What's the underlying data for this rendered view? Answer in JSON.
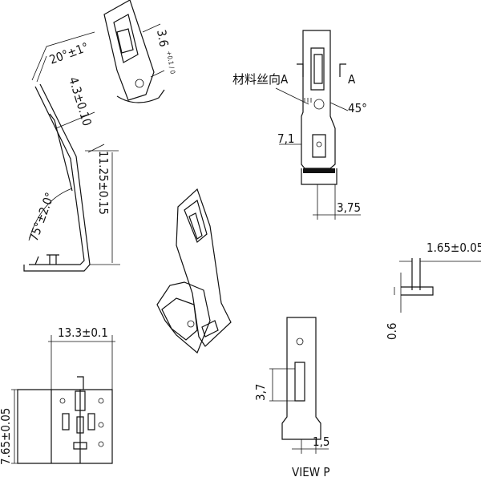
{
  "labels": {
    "angle_top": "20°±1°",
    "radius": "3.6",
    "radius_tol": "+0.1 / 0",
    "len_a": "4.3±0.10",
    "len_b": "11.25±0.15",
    "angle_bend": "75°±2.0°",
    "material_dir": "材料丝向A",
    "section_a": "A",
    "angle_45": "45°",
    "width_71": "7,1",
    "width_375": "3,75",
    "thickness": "1.65±0.05",
    "height_06": "0.6",
    "width_133": "13.3±0.1",
    "height_765": "7.65±0.05",
    "height_37": "3,7",
    "width_15": "1,5",
    "view": "VIEW  P"
  }
}
